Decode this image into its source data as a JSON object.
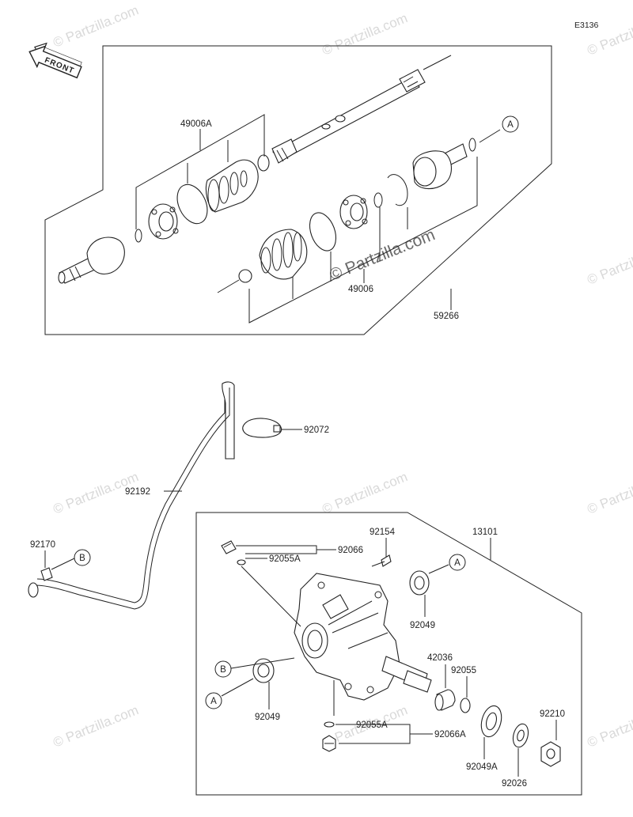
{
  "diagram_code": "E3136",
  "front_arrow_label": "FRONT",
  "watermark_text": "© Partzilla.com",
  "callouts": {
    "a_top": "A",
    "a_right": "A",
    "a_left": "A",
    "b_left": "B",
    "b_hose": "B"
  },
  "part_labels": {
    "p49006A": "49006A",
    "p49006": "49006",
    "p59266": "59266",
    "p92072": "92072",
    "p92192": "92192",
    "p92170": "92170",
    "p13101": "13101",
    "p92154": "92154",
    "p92066": "92066",
    "p92055A_top": "92055A",
    "p92049_right": "92049",
    "p92049_left": "92049",
    "p42036": "42036",
    "p92055": "92055",
    "p92210": "92210",
    "p92055A_bottom": "92055A",
    "p92066A": "92066A",
    "p92049A": "92049A",
    "p92026": "92026"
  }
}
